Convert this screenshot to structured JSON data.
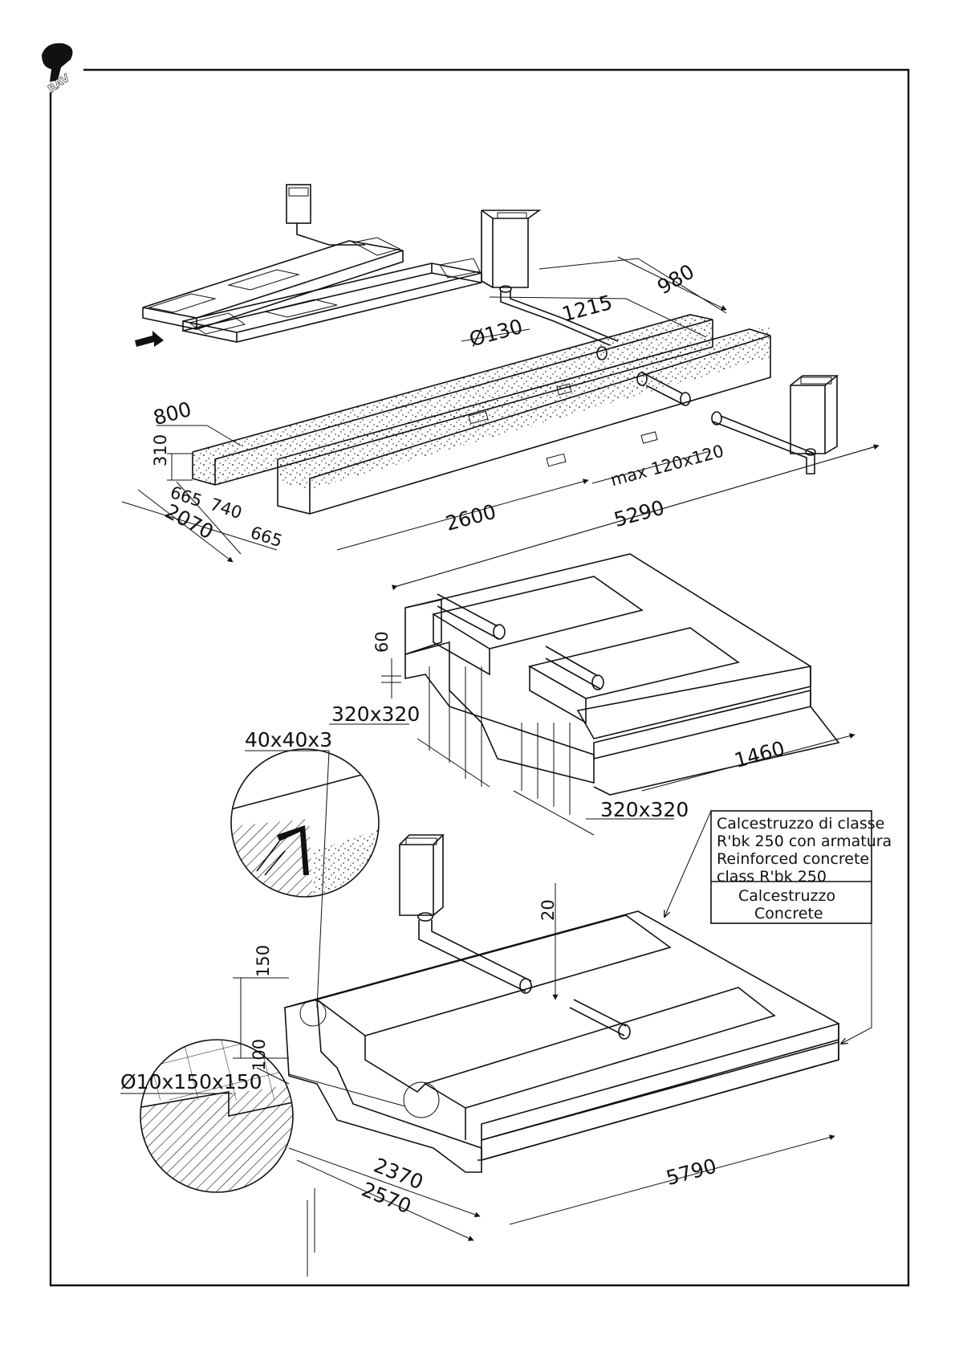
{
  "logo": {
    "text": "RAV"
  },
  "colors": {
    "ink": "#111111",
    "paper": "#ffffff"
  },
  "plan": {
    "d_980": "980",
    "d_1215": "1215",
    "d_diam": "Ø130",
    "d_800": "800",
    "d_310": "310",
    "d_665a": "665",
    "d_740": "740",
    "d_665b": "665",
    "d_2070": "2070",
    "d_2600": "2600",
    "d_5290": "5290",
    "d_max": "max 120x120"
  },
  "section1": {
    "d_60": "60",
    "d_320a": "320x320",
    "d_320b": "320x320",
    "d_1460": "1460"
  },
  "section2": {
    "d_40": "40x40x3",
    "d_20": "20",
    "d_150": "150",
    "d_100": "100",
    "d_mesh": "Ø10x150x150",
    "d_2370": "2370",
    "d_2570": "2570",
    "d_5790": "5790"
  },
  "legend": {
    "rc_line1": "Calcestruzzo di classe",
    "rc_line2": "R'bk 250 con armatura",
    "rc_line3": "Reinforced concrete",
    "rc_line4": "class R'bk 250",
    "c_line1": "Calcestruzzo",
    "c_line2": "Concrete"
  }
}
